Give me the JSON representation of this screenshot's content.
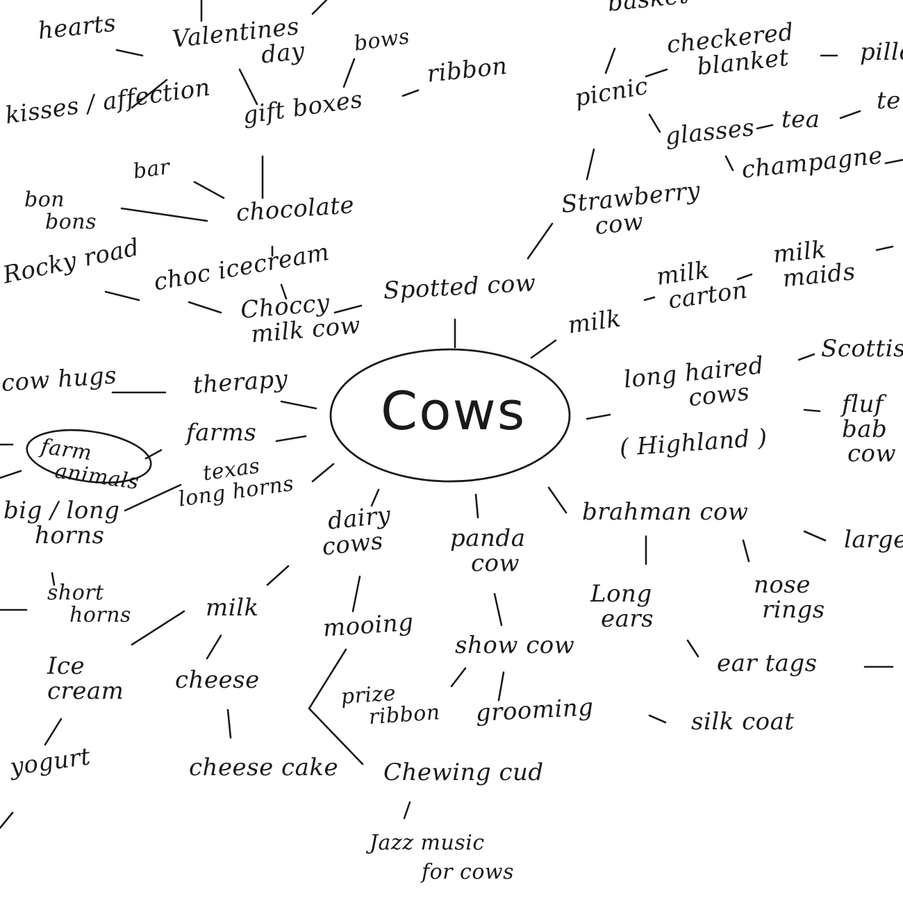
{
  "center": "Cows",
  "words": {
    "hearts": "hearts",
    "valentines_1": "Valentines",
    "valentines_2": "day",
    "bows": "bows",
    "ribbon": "ribbon",
    "basket": "basket",
    "checkered_1": "checkered",
    "checkered_2": "blanket",
    "pillow": "pillo",
    "kisses": "kisses / affection",
    "gift_boxes": "gift boxes",
    "picnic": "picnic",
    "glasses": "glasses",
    "tea": "tea",
    "tea_end": "te",
    "champagne": "champagne",
    "bar": "bar",
    "bon_bons_1": "bon",
    "bon_bons_2": "bons",
    "chocolate": "chocolate",
    "strawberry_1": "Strawberry",
    "strawberry_2": "cow",
    "rocky_road": "Rocky road",
    "choc_icecream": "choc icecream",
    "spotted_cow": "Spotted cow",
    "milk_cartons": "milk",
    "milk_carton_1": "milk",
    "milk_carton_2": "carton",
    "milk_maids_1": "milk",
    "milk_maids_2": "maids",
    "choccy_1": "Choccy",
    "choccy_2": "milk cow",
    "cow_hugs": "cow hugs",
    "therapy": "therapy",
    "long_haired_1": "long haired",
    "long_haired_2": "cows",
    "highland": "( Highland )",
    "scottish": "Scottis",
    "fluffy_1": "fluf",
    "fluffy_2": "bab",
    "fluffy_3": "cow",
    "farm_animals_1": "farm",
    "farm_animals_2": "animals",
    "farms": "farms",
    "texas_1": "texas",
    "texas_2": "long horns",
    "big_long_1": "big / long",
    "big_long_2": "horns",
    "brahman": "brahman cow",
    "large": "large",
    "dairy_1": "dairy",
    "dairy_2": "cows",
    "panda_1": "panda",
    "panda_2": "cow",
    "short_horns_1": "short",
    "short_horns_2": "horns",
    "milk": "milk",
    "long_ears_1": "Long",
    "long_ears_2": "ears",
    "nose_rings_1": "nose",
    "nose_rings_2": "rings",
    "mooing": "mooing",
    "show_cow": "show cow",
    "ear_tags": "ear tags",
    "ice_cream_1": "Ice",
    "ice_cream_2": "cream",
    "cheese": "cheese",
    "prize_ribbon_1": "prize",
    "prize_ribbon_2": "ribbon",
    "grooming": "grooming",
    "silk_coat": "silk coat",
    "yogurt": "yogurt",
    "cheese_cake": "cheese cake",
    "chewing_cud": "Chewing cud",
    "jazz_1": "Jazz music",
    "jazz_2": "for cows"
  }
}
